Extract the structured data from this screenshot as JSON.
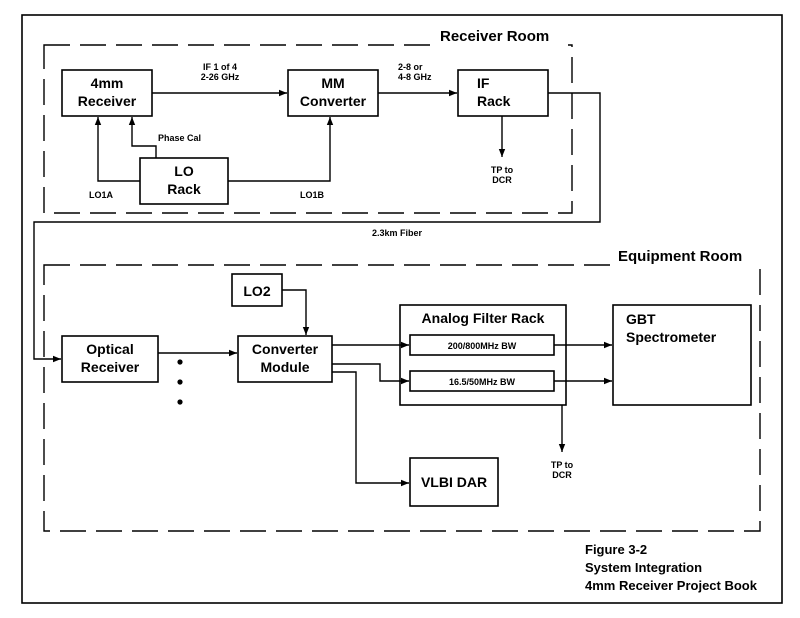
{
  "rooms": {
    "receiver": "Receiver Room",
    "equipment": "Equipment Room"
  },
  "blocks": {
    "receiver_4mm": [
      "4mm",
      "Receiver"
    ],
    "mm_converter": [
      "MM",
      "Converter"
    ],
    "if_rack": [
      "IF",
      "Rack"
    ],
    "lo_rack": [
      "LO",
      "Rack"
    ],
    "optical_receiver": [
      "Optical",
      "Receiver"
    ],
    "converter_module": [
      "Converter",
      "Module"
    ],
    "lo2": "LO2",
    "analog_filter_rack": "Analog Filter Rack",
    "filter_wide": "200/800MHz BW",
    "filter_narrow": "16.5/50MHz BW",
    "gbt_spectrometer": [
      "GBT",
      "Spectrometer"
    ],
    "vlbi_dar": "VLBI DAR"
  },
  "labels": {
    "if_band": [
      "IF 1 of 4",
      "2-26 GHz"
    ],
    "mm_out": [
      "2-8 or",
      "4-8 GHz"
    ],
    "phase_cal": "Phase Cal",
    "lo1a": "LO1A",
    "lo1b": "LO1B",
    "tp_dcr_top": [
      "TP to",
      "DCR"
    ],
    "fiber": "2.3km Fiber",
    "tp_dcr_bottom": [
      "TP to",
      "DCR"
    ]
  },
  "caption": [
    "Figure 3-2",
    "System Integration",
    "4mm Receiver Project Book"
  ]
}
